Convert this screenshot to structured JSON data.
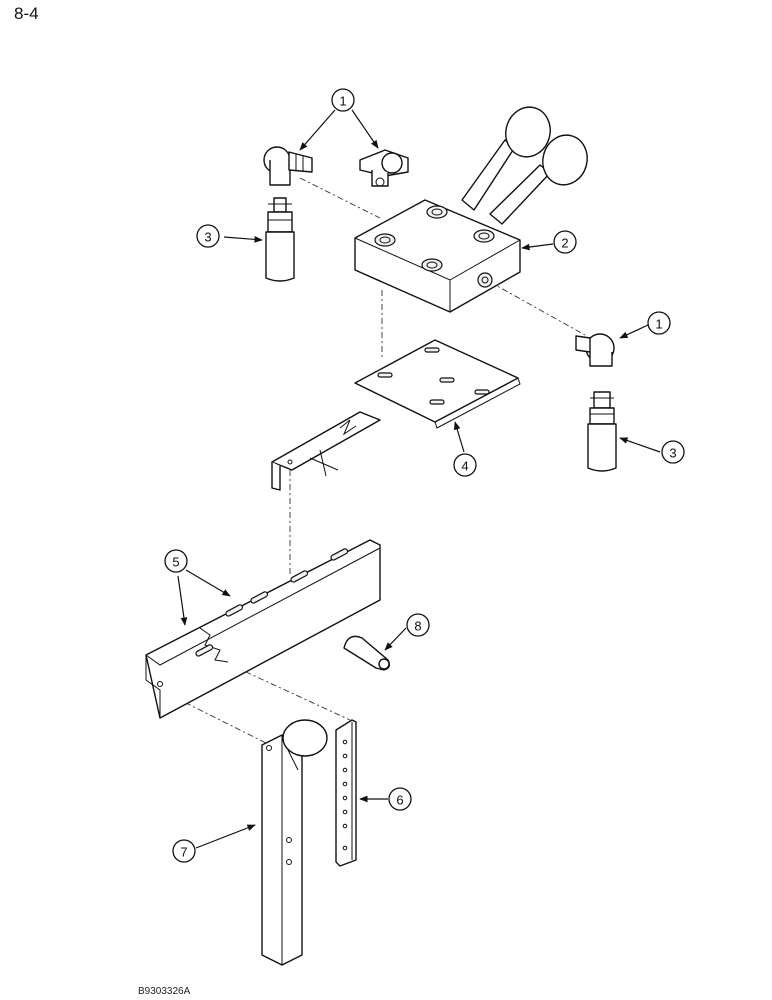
{
  "page": {
    "number": "8-4",
    "figure_code": "B9303326A"
  },
  "callouts": [
    {
      "id": "c1a",
      "label": "1"
    },
    {
      "id": "c1b",
      "label": "1"
    },
    {
      "id": "c2",
      "label": "2"
    },
    {
      "id": "c3a",
      "label": "3"
    },
    {
      "id": "c3b",
      "label": "3"
    },
    {
      "id": "c4",
      "label": "4"
    },
    {
      "id": "c5",
      "label": "5"
    },
    {
      "id": "c6",
      "label": "6"
    },
    {
      "id": "c7",
      "label": "7"
    },
    {
      "id": "c8",
      "label": "8"
    }
  ]
}
